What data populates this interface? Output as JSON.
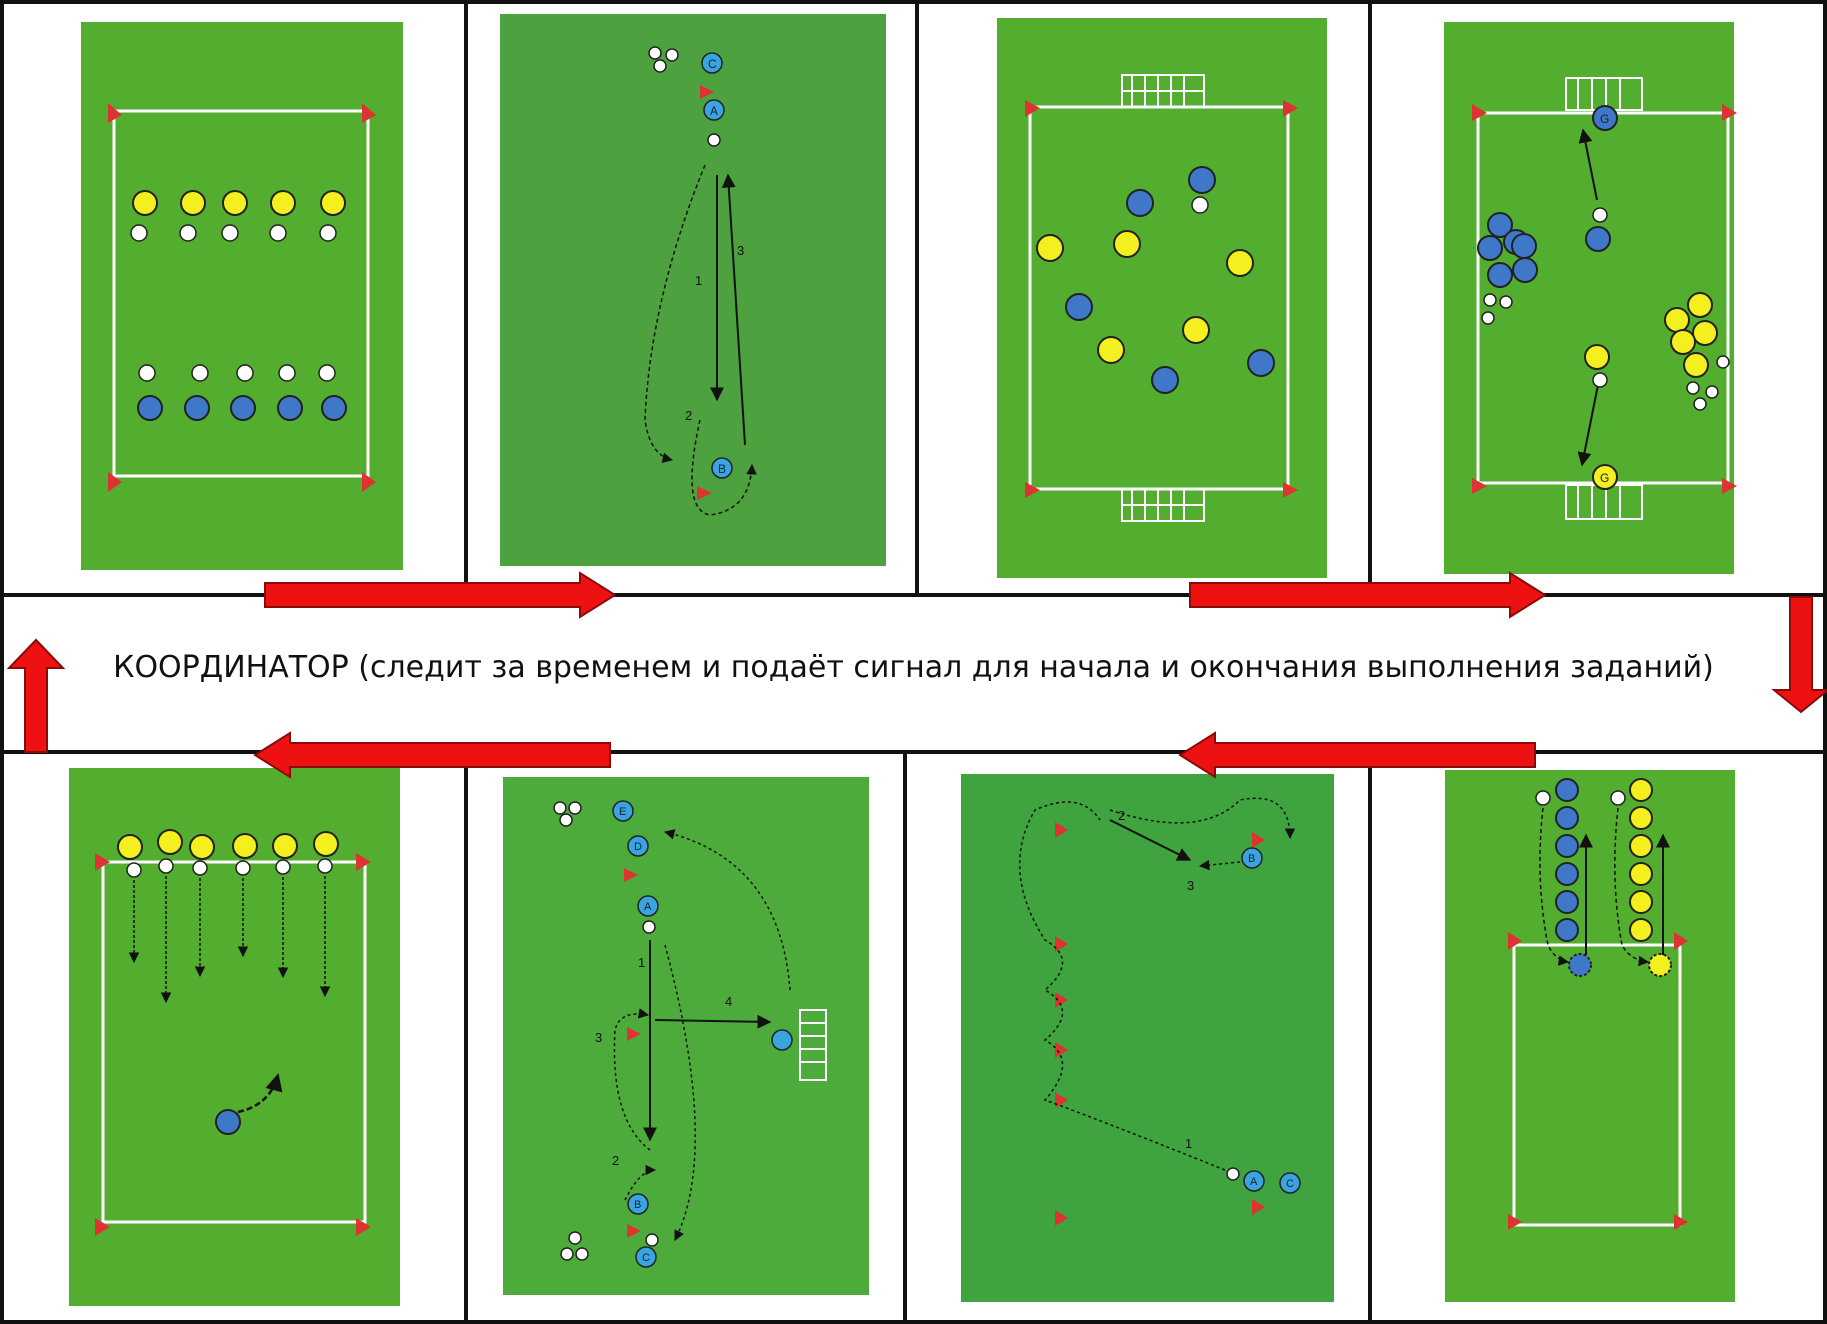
{
  "caption": "КООРДИНАТОР (следит за временем и подаёт сигнал для начала и окончания выполнения заданий)",
  "colors": {
    "field": "#53ad2e",
    "field_dark": "#3fa33f",
    "line": "#ffffff",
    "yellow_player": "#f4ef1f",
    "blue_player": "#3f78c8",
    "light_blue_player": "#3aa4e0",
    "arrow": "#ee1111",
    "frame": "#111111"
  },
  "panels": [
    {
      "id": "p1",
      "name": "panel-1-dribble-rows",
      "label_list": []
    },
    {
      "id": "p2",
      "name": "panel-2-passing-triangle",
      "labels": [
        "C",
        "A",
        "B",
        "1",
        "2",
        "3"
      ]
    },
    {
      "id": "p3",
      "name": "panel-3-small-sided-game",
      "labels": []
    },
    {
      "id": "p4",
      "name": "panel-4-goalkeeper-shooting",
      "labels": [
        "G",
        "G"
      ]
    },
    {
      "id": "p5",
      "name": "panel-5-relay-race",
      "labels": []
    },
    {
      "id": "p6",
      "name": "panel-6-slalom-shot",
      "labels": [
        "B",
        "A",
        "C",
        "1",
        "2",
        "3"
      ]
    },
    {
      "id": "p7",
      "name": "panel-7-passing-shot",
      "labels": [
        "E",
        "D",
        "A",
        "B",
        "C",
        "1",
        "2",
        "3",
        "4"
      ]
    },
    {
      "id": "p8",
      "name": "panel-8-dribble-lines",
      "labels": []
    }
  ]
}
